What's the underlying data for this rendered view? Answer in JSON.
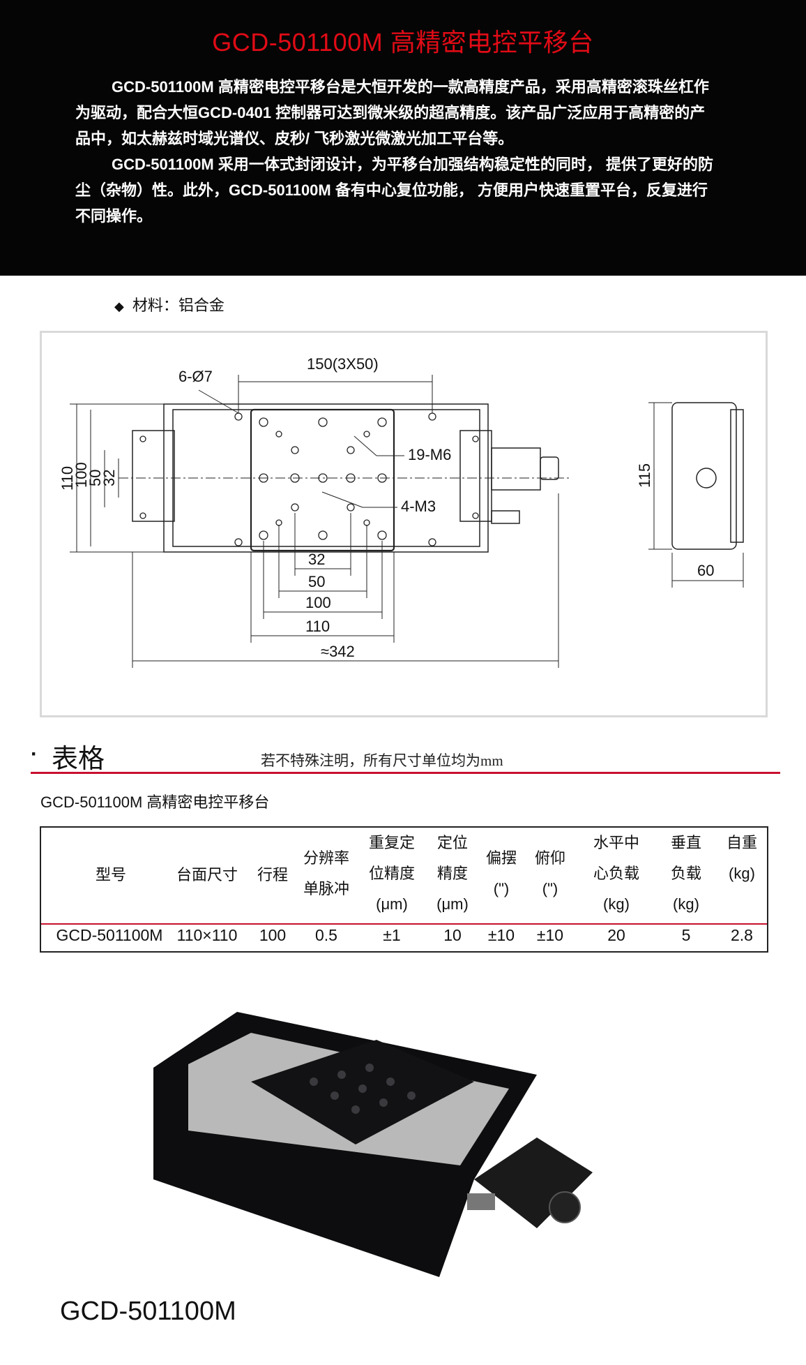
{
  "header": {
    "title": "GCD-501100M 高精密电控平移台",
    "paragraphs": [
      "GCD-501100M 高精密电控平移台是大恒开发的一款高精度产品，采用高精密滚珠丝杠作为驱动，配合大恒GCD-0401 控制器可达到微米级的超高精度。该产品广泛应用于高精密的产品中，如太赫兹时域光谱仪、皮秒/ 飞秒激光微激光加工平台等。",
      "GCD-501100M 采用一体式封闭设计，为平移台加强结构稳定性的同时， 提供了更好的防尘（杂物）性。此外，GCD-501100M 备有中心复位功能， 方便用户快速重置平台，反复进行不同操作。"
    ]
  },
  "material": {
    "bullet": "◆",
    "text": "材料：铝合金"
  },
  "drawing": {
    "labels": {
      "holes": "6-Ø7",
      "pitch": "150(3X50)",
      "m6": "19-M6",
      "m3": "4-M3",
      "h110": "110",
      "h100": "100",
      "h50": "50",
      "h32": "32",
      "w32": "32",
      "w50": "50",
      "w100": "100",
      "w110": "110",
      "w342": "≈342",
      "side_h": "115",
      "side_w": "60"
    }
  },
  "section": {
    "dot": "·",
    "title": "表格",
    "note": "若不特殊注明，所有尺寸单位均为mm"
  },
  "table_title": "GCD-501100M 高精密电控平移台",
  "table": {
    "headers": [
      [
        "型号"
      ],
      [
        "台面尺寸"
      ],
      [
        "行程"
      ],
      [
        "分辨率",
        "单脉冲"
      ],
      [
        "重复定",
        "位精度",
        "(μm)"
      ],
      [
        "定位",
        "精度",
        "(μm)"
      ],
      [
        "偏摆",
        "(\")"
      ],
      [
        "俯仰",
        "(\")"
      ],
      [
        "水平中",
        "心负载",
        "(kg)"
      ],
      [
        "垂直",
        "负载",
        "(kg)"
      ],
      [
        "自重",
        "(kg)"
      ]
    ],
    "row": [
      "GCD-501100M",
      "110×110",
      "100",
      "0.5",
      "±1",
      "10",
      "±10",
      "±10",
      "20",
      "5",
      "2.8"
    ]
  },
  "photo_caption": "GCD-501100M",
  "colors": {
    "title_red": "#e10b16",
    "rule_red": "#c8102e",
    "header_bg": "#050505"
  }
}
